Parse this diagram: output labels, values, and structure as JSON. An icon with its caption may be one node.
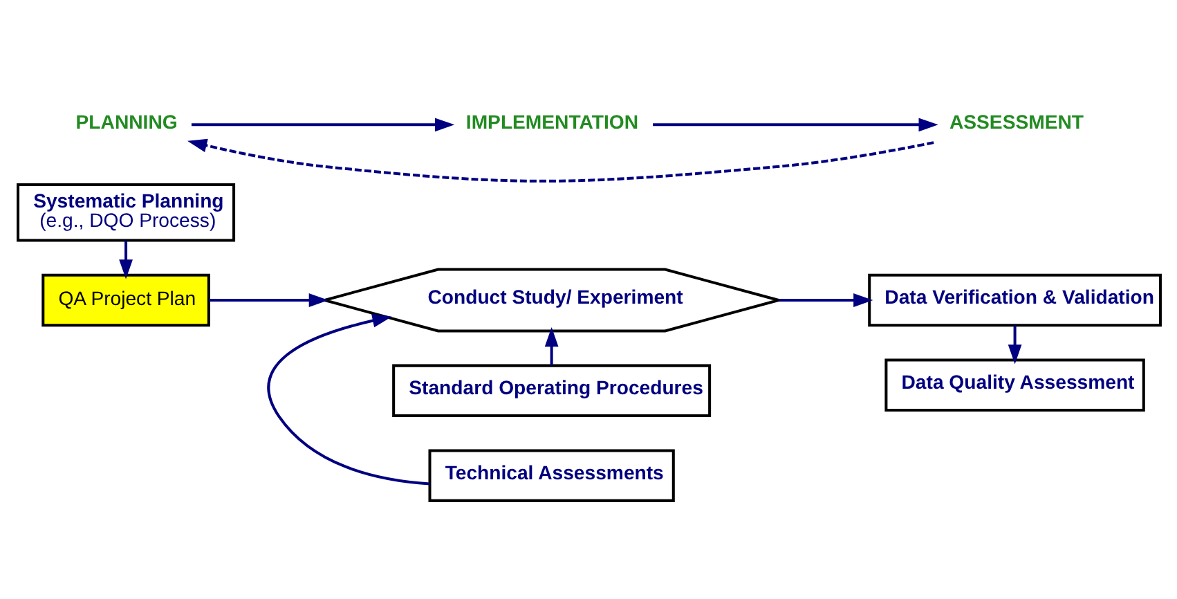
{
  "diagram": {
    "nodes": [
      {
        "text": [
          "Systematic Planning",
          "(e.g., DQO Process)"
        ]
      },
      {
        "text": [
          "QA Project Plan"
        ]
      },
      {
        "text": [
          "Conduct Study/ Experiment"
        ]
      },
      {
        "text": [
          "Standard Operating Procedures"
        ]
      },
      {
        "text": [
          "Technical Assessments"
        ]
      },
      {
        "text": [
          "Data Verification & Validation"
        ]
      },
      {
        "text": [
          "Data Quality Assessment"
        ]
      },
      {
        "text": [
          "PLANNING"
        ]
      },
      {
        "text": [
          "IMPLEMENTATION"
        ]
      },
      {
        "text": [
          "ASSESSMENT"
        ]
      }
    ],
    "edges": [
      {
        "from": 0,
        "to": 1,
        "arrow": "to"
      },
      {
        "from": 1,
        "to": 2,
        "arrow": "to"
      },
      {
        "from": 3,
        "to": 2,
        "arrow": "to"
      },
      {
        "from": 4,
        "to": 2,
        "arrow": "to"
      },
      {
        "from": 2,
        "to": 5,
        "arrow": "to"
      },
      {
        "from": 5,
        "to": 6,
        "arrow": "to"
      },
      {
        "from": 7,
        "to": 8,
        "arrow": "to"
      },
      {
        "from": 8,
        "to": 9,
        "arrow": "to"
      },
      {
        "from": 9,
        "to": 7,
        "arrow": "to",
        "style": "dashed"
      }
    ]
  }
}
